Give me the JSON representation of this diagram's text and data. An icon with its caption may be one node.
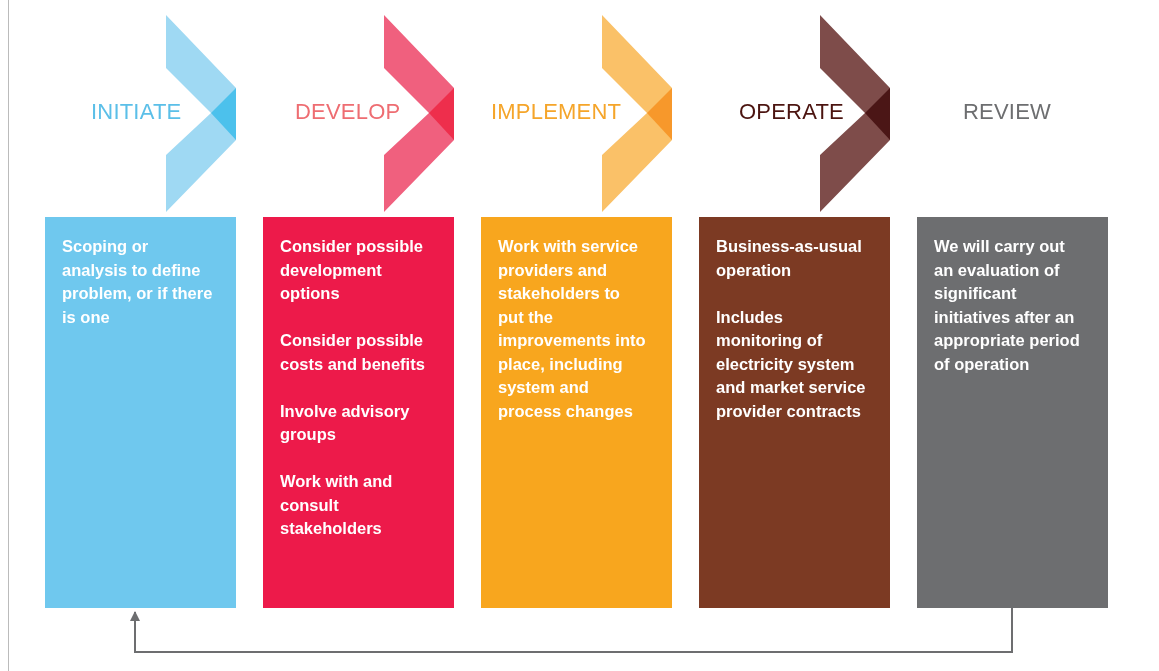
{
  "diagram": {
    "nodes": [
      {
        "text": [
          "INITIATE",
          "Scoping or analysis to define problem, or if there is one"
        ]
      },
      {
        "text": [
          "DEVELOP",
          "Consider possible development options",
          "Consider possible costs and benefits",
          "Involve advisory groups",
          "Work with and consult stakeholders"
        ]
      },
      {
        "text": [
          "IMPLEMENT",
          "Work with service providers and stakeholders to put the improvements into place, including system and process changes"
        ]
      },
      {
        "text": [
          "OPERATE",
          "Business-as-usual operation",
          "Includes monitoring of electricity system and market service provider contracts"
        ]
      },
      {
        "text": [
          "REVIEW",
          "We will carry out an evaluation of significant initiatives after an appropriate period of operation"
        ]
      }
    ],
    "edges": [
      {
        "from": 4,
        "to": 0,
        "arrow": "to"
      }
    ]
  }
}
